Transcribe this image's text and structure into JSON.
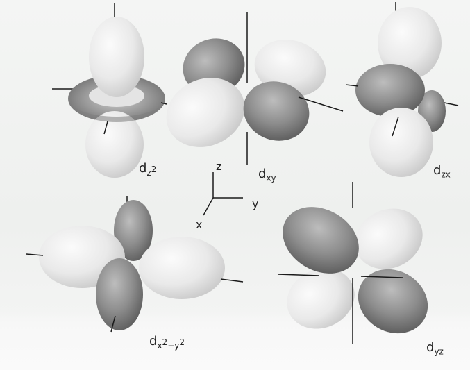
{
  "orbitals": {
    "dz2": {
      "main": "d",
      "sub": "z",
      "sup": "2"
    },
    "dxy": {
      "main": "d",
      "sub": "xy"
    },
    "dzx": {
      "main": "d",
      "sub": "zx"
    },
    "dx2y2": {
      "main": "d",
      "sub_a": "x",
      "sub_sup": "2",
      "sub_b": "−y",
      "sub_sup2": "2"
    },
    "dyz": {
      "main": "d",
      "sub": "yz"
    }
  },
  "axes_legend": {
    "z": "z",
    "y": "y",
    "x": "x"
  },
  "colors": {
    "light_lobe": "#ececec",
    "dark_lobe": "#8f8f8f",
    "axis": "#1a1a1a"
  }
}
